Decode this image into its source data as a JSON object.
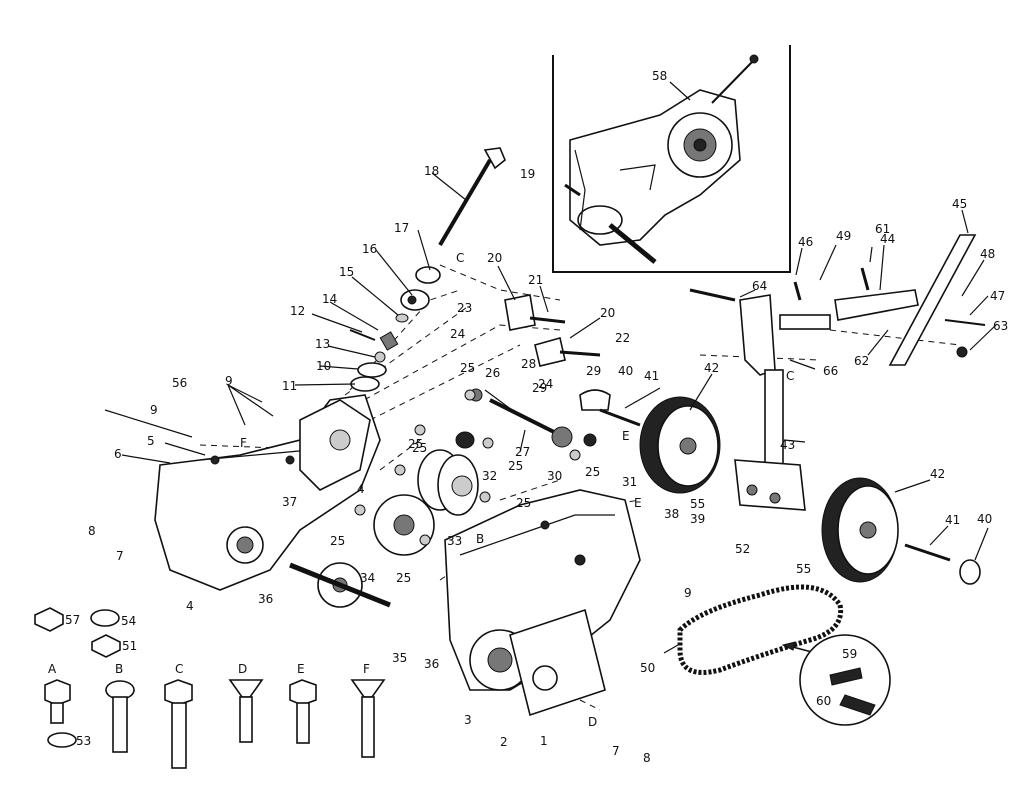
{
  "part_labels": [
    "1",
    "2",
    "3",
    "4",
    "4",
    "5",
    "6",
    "7",
    "7",
    "8",
    "8",
    "9",
    "9",
    "9",
    "10",
    "11",
    "12",
    "13",
    "14",
    "15",
    "16",
    "17",
    "18",
    "19",
    "20",
    "20",
    "21",
    "22",
    "23",
    "24",
    "24",
    "25",
    "25",
    "25",
    "25",
    "25",
    "25",
    "25",
    "25",
    "26",
    "27",
    "28",
    "29",
    "29",
    "30",
    "31",
    "32",
    "33",
    "34",
    "35",
    "36",
    "36",
    "37",
    "38",
    "39",
    "40",
    "40",
    "41",
    "41",
    "42",
    "42",
    "43",
    "44",
    "45",
    "46",
    "47",
    "48",
    "49",
    "50",
    "51",
    "52",
    "53",
    "54",
    "55",
    "55",
    "56",
    "57",
    "58",
    "59",
    "60",
    "61",
    "62",
    "63",
    "64",
    "66"
  ],
  "reference_letters": [
    "A",
    "B",
    "C",
    "D",
    "E",
    "F",
    "B",
    "C",
    "D",
    "E",
    "E",
    "F",
    "C"
  ],
  "hardware_legend": {
    "bolts": [
      "A",
      "B",
      "C",
      "D",
      "E",
      "F"
    ],
    "nuts_washers": [
      "57",
      "54",
      "51",
      "53"
    ]
  }
}
